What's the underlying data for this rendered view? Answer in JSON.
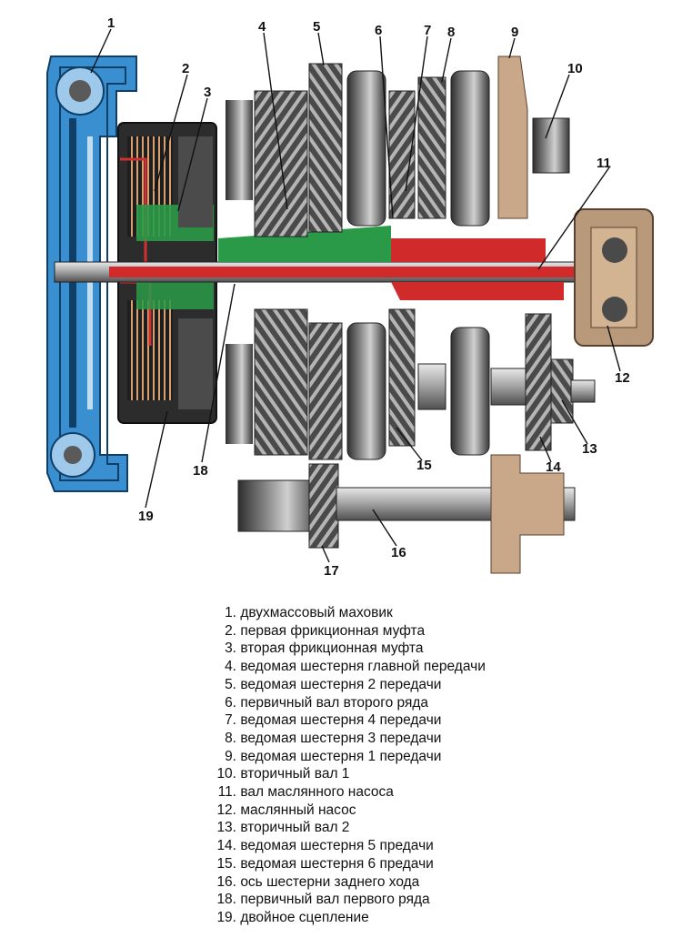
{
  "callouts": [
    "1",
    "2",
    "3",
    "4",
    "5",
    "6",
    "7",
    "8",
    "9",
    "10",
    "11",
    "12",
    "13",
    "14",
    "15",
    "16",
    "17",
    "18",
    "19"
  ],
  "legend": [
    {
      "num": "1.",
      "text": "двухмассовый маховик"
    },
    {
      "num": "2.",
      "text": "первая фрикционная муфта"
    },
    {
      "num": "3.",
      "text": "вторая фрикционная муфта"
    },
    {
      "num": "4.",
      "text": "ведомая шестерня главной передачи"
    },
    {
      "num": "5.",
      "text": "ведомая шестерня 2 передачи"
    },
    {
      "num": "6.",
      "text": "первичный вал второго ряда"
    },
    {
      "num": "7.",
      "text": "ведомая шестерня 4 передачи"
    },
    {
      "num": "8.",
      "text": "ведомая шестерня 3 передачи"
    },
    {
      "num": "9.",
      "text": "ведомая шестерня 1 передачи"
    },
    {
      "num": "10.",
      "text": "вторичный вал 1"
    },
    {
      "num": "11.",
      "text": "вал маслянного насоса"
    },
    {
      "num": "12.",
      "text": "маслянный насос"
    },
    {
      "num": "13.",
      "text": "вторичный вал 2"
    },
    {
      "num": "14.",
      "text": "ведомая шестерня 5 предачи"
    },
    {
      "num": "15.",
      "text": "ведомая шестерня 6 предачи"
    },
    {
      "num": "16.",
      "text": "ось шестерни заднего хода"
    },
    {
      "num": "18.",
      "text": "первичный вал первого ряда"
    },
    {
      "num": "19.",
      "text": "двойное сцепление"
    }
  ],
  "colors": {
    "flywheel": "#3a8fd0",
    "clutch_1": "#d03030",
    "clutch_2": "#2a9a48",
    "shaft": "#b8b8b8",
    "gear": "#585858",
    "casing": "#c8a888",
    "pump": "#b89a7a"
  }
}
